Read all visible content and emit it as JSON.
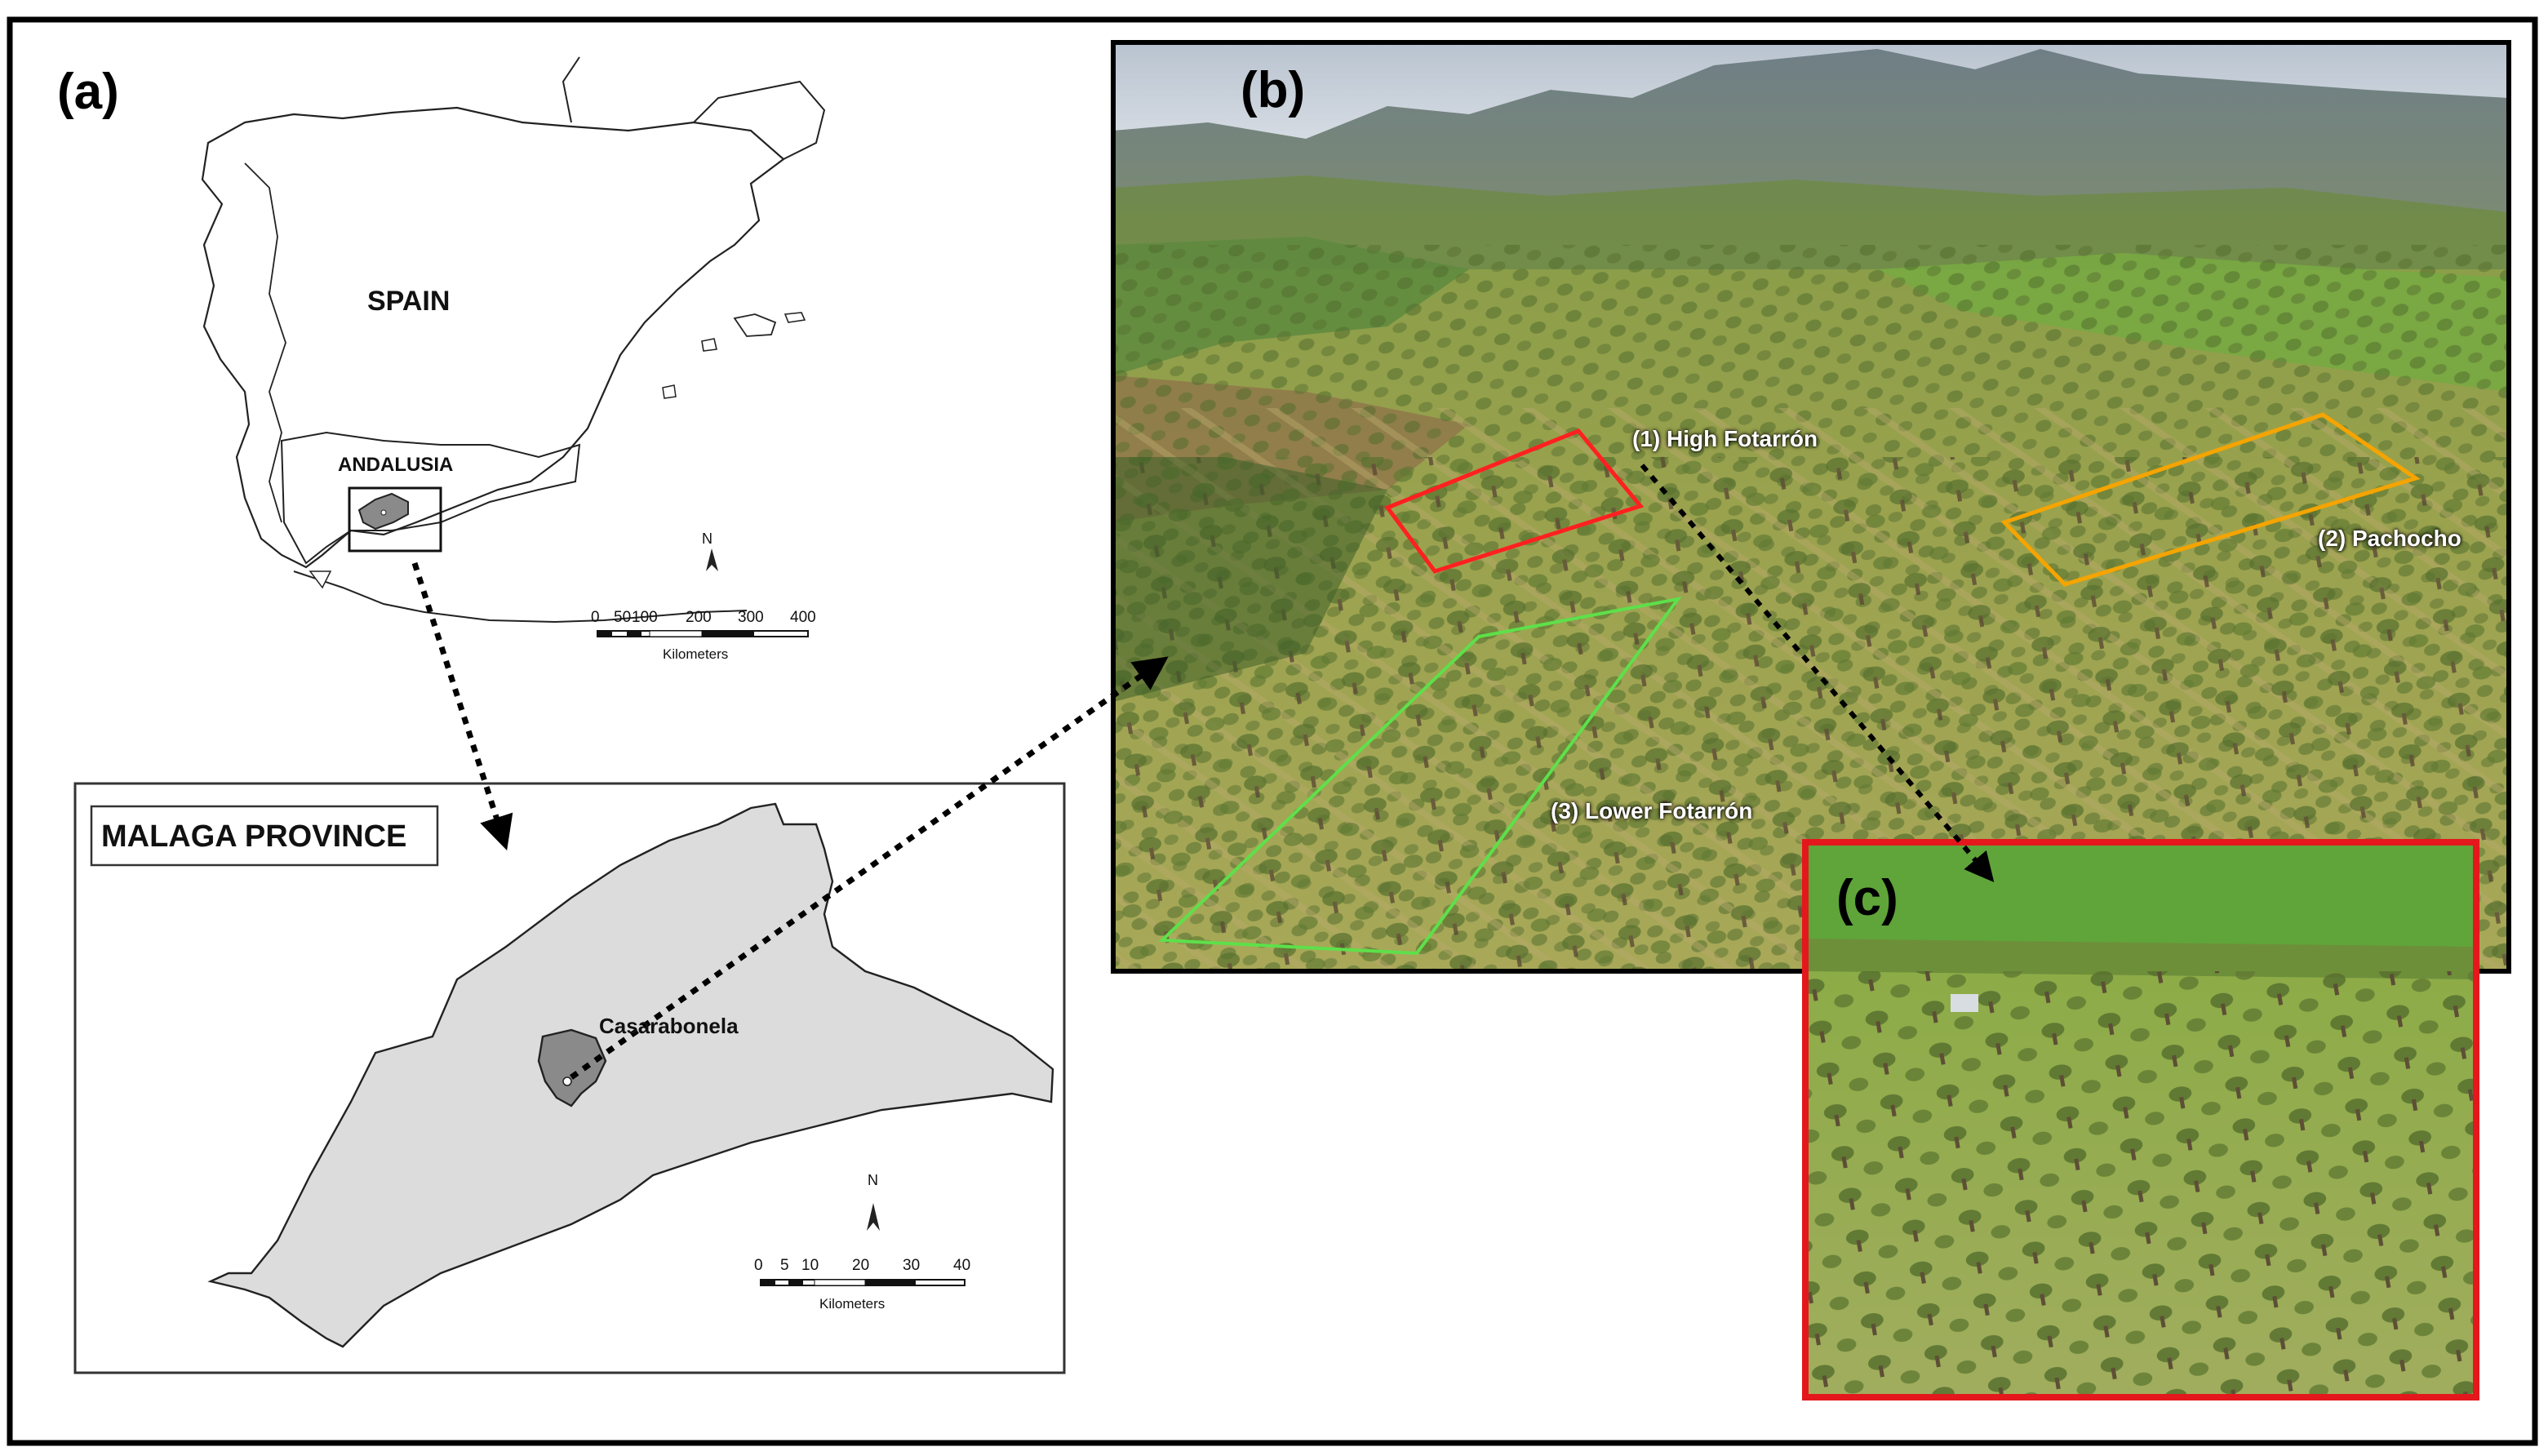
{
  "panels": {
    "a": "(a)",
    "b": "(b)",
    "c": "(c)"
  },
  "spain_map": {
    "country_label": "SPAIN",
    "region_label": "ANDALUSIA",
    "north": "N",
    "scale_ticks": [
      "0",
      "50",
      "100",
      "200",
      "300",
      "400"
    ],
    "scale_unit": "Kilometers"
  },
  "malaga_map": {
    "title": "MALAGA PROVINCE",
    "municipality_label": "Casarabonela",
    "north": "N",
    "scale_ticks": [
      "0",
      "5",
      "10",
      "20",
      "30",
      "40"
    ],
    "scale_unit": "Kilometers"
  },
  "photo": {
    "plot_1": "(1) High Fotarrón",
    "plot_2": "(2) Pachocho",
    "plot_3": "(3) Lower Fotarrón"
  },
  "colors": {
    "plot_1": "#ff2020",
    "plot_2": "#f5a400",
    "plot_3": "#5ee04a",
    "inset_frame": "#e4181c",
    "province_fill": "#dcdcdc",
    "municipality_fill": "#8a8a8a"
  }
}
